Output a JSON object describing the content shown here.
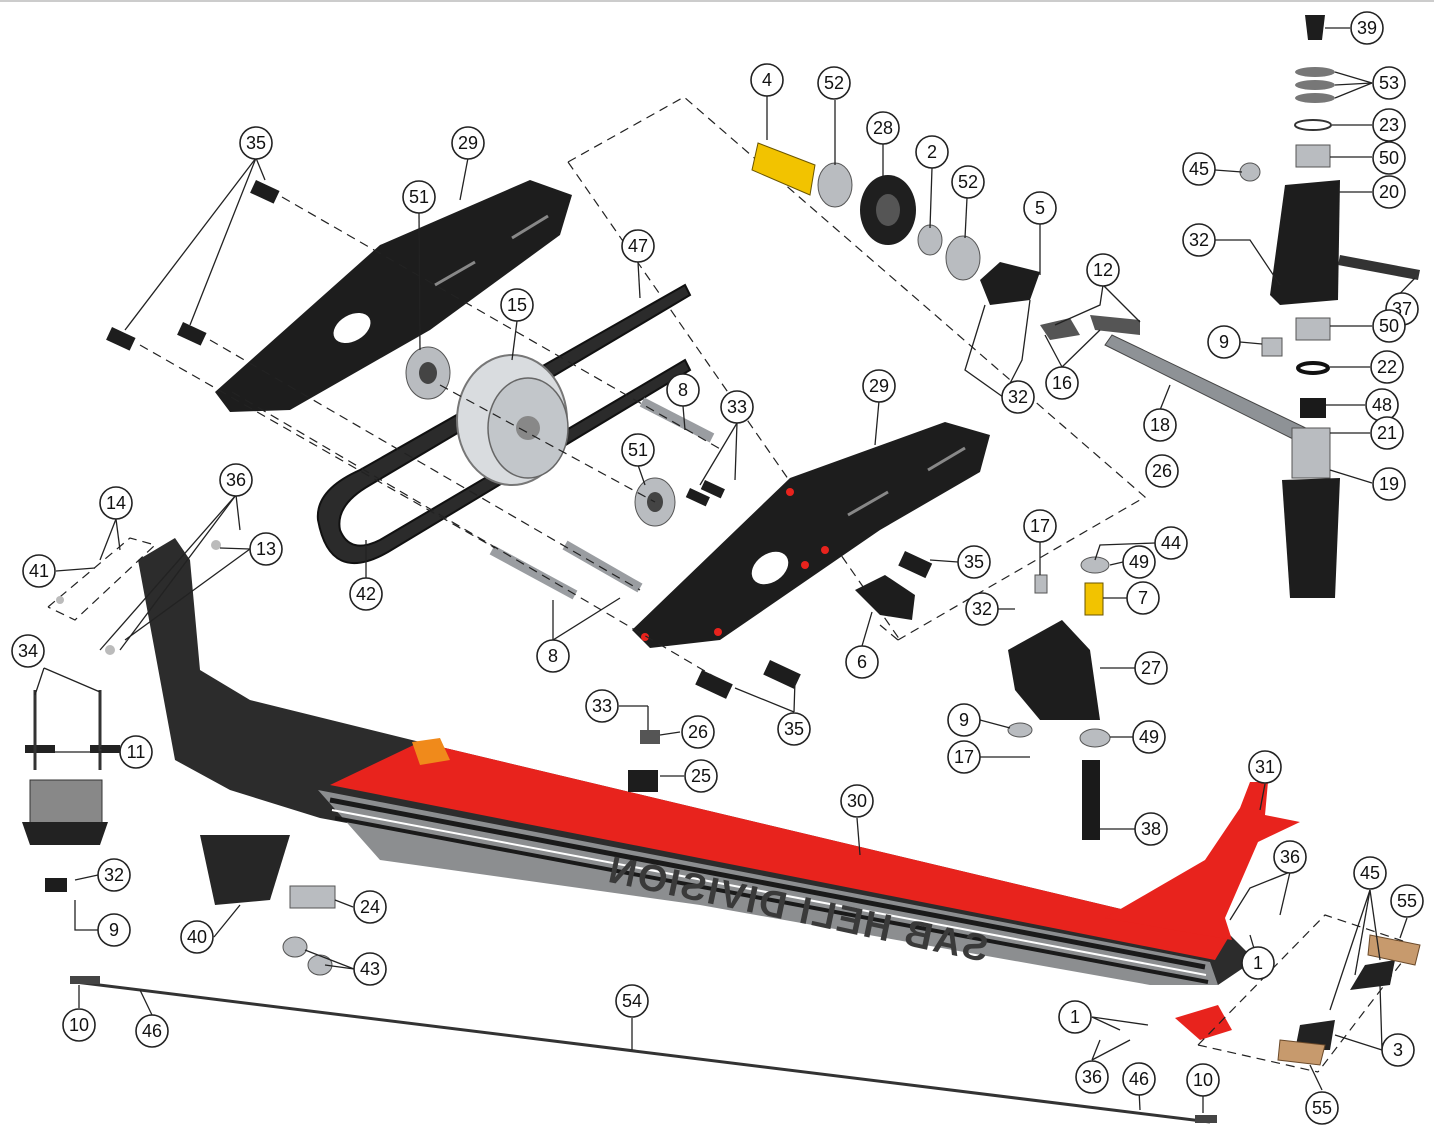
{
  "diagram": {
    "boom_decal": "SAB HELI DIVISION",
    "callouts": [
      {
        "id": "c39",
        "label": "39"
      },
      {
        "id": "c53",
        "label": "53"
      },
      {
        "id": "c23",
        "label": "23"
      },
      {
        "id": "c50a",
        "label": "50"
      },
      {
        "id": "c45a",
        "label": "45"
      },
      {
        "id": "c20",
        "label": "20"
      },
      {
        "id": "c32a",
        "label": "32"
      },
      {
        "id": "c37",
        "label": "37"
      },
      {
        "id": "c50b",
        "label": "50"
      },
      {
        "id": "c9a",
        "label": "9"
      },
      {
        "id": "c22",
        "label": "22"
      },
      {
        "id": "c48",
        "label": "48"
      },
      {
        "id": "c21",
        "label": "21"
      },
      {
        "id": "c19",
        "label": "19"
      },
      {
        "id": "c4",
        "label": "4"
      },
      {
        "id": "c52a",
        "label": "52"
      },
      {
        "id": "c28",
        "label": "28"
      },
      {
        "id": "c2",
        "label": "2"
      },
      {
        "id": "c52b",
        "label": "52"
      },
      {
        "id": "c5",
        "label": "5"
      },
      {
        "id": "c12",
        "label": "12"
      },
      {
        "id": "c16",
        "label": "16"
      },
      {
        "id": "c32b",
        "label": "32"
      },
      {
        "id": "c18",
        "label": "18"
      },
      {
        "id": "c26a",
        "label": "26"
      },
      {
        "id": "c35a",
        "label": "35"
      },
      {
        "id": "c29a",
        "label": "29"
      },
      {
        "id": "c51a",
        "label": "51"
      },
      {
        "id": "c47",
        "label": "47"
      },
      {
        "id": "c15",
        "label": "15"
      },
      {
        "id": "c8a",
        "label": "8"
      },
      {
        "id": "c33a",
        "label": "33"
      },
      {
        "id": "c29b",
        "label": "29"
      },
      {
        "id": "c51b",
        "label": "51"
      },
      {
        "id": "c35b",
        "label": "35"
      },
      {
        "id": "c42",
        "label": "42"
      },
      {
        "id": "c8b",
        "label": "8"
      },
      {
        "id": "c6",
        "label": "6"
      },
      {
        "id": "c35c",
        "label": "35"
      },
      {
        "id": "c17a",
        "label": "17"
      },
      {
        "id": "c44",
        "label": "44"
      },
      {
        "id": "c49a",
        "label": "49"
      },
      {
        "id": "c7",
        "label": "7"
      },
      {
        "id": "c32c",
        "label": "32"
      },
      {
        "id": "c27",
        "label": "27"
      },
      {
        "id": "c9b",
        "label": "9"
      },
      {
        "id": "c49b",
        "label": "49"
      },
      {
        "id": "c17b",
        "label": "17"
      },
      {
        "id": "c38",
        "label": "38"
      },
      {
        "id": "c14",
        "label": "14"
      },
      {
        "id": "c36a",
        "label": "36"
      },
      {
        "id": "c13",
        "label": "13"
      },
      {
        "id": "c41",
        "label": "41"
      },
      {
        "id": "c34",
        "label": "34"
      },
      {
        "id": "c11",
        "label": "11"
      },
      {
        "id": "c33b",
        "label": "33"
      },
      {
        "id": "c26b",
        "label": "26"
      },
      {
        "id": "c25",
        "label": "25"
      },
      {
        "id": "c30",
        "label": "30"
      },
      {
        "id": "c31",
        "label": "31"
      },
      {
        "id": "c32d",
        "label": "32"
      },
      {
        "id": "c9c",
        "label": "9"
      },
      {
        "id": "c24",
        "label": "24"
      },
      {
        "id": "c40",
        "label": "40"
      },
      {
        "id": "c43",
        "label": "43"
      },
      {
        "id": "c36b",
        "label": "36"
      },
      {
        "id": "c1a",
        "label": "1"
      },
      {
        "id": "c45b",
        "label": "45"
      },
      {
        "id": "c55a",
        "label": "55"
      },
      {
        "id": "c10a",
        "label": "10"
      },
      {
        "id": "c46a",
        "label": "46"
      },
      {
        "id": "c54",
        "label": "54"
      },
      {
        "id": "c1b",
        "label": "1"
      },
      {
        "id": "c36c",
        "label": "36"
      },
      {
        "id": "c46b",
        "label": "46"
      },
      {
        "id": "c10b",
        "label": "10"
      },
      {
        "id": "c3",
        "label": "3"
      },
      {
        "id": "c55b",
        "label": "55"
      }
    ]
  }
}
